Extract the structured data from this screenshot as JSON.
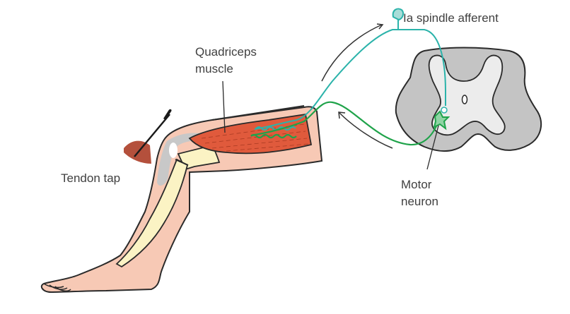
{
  "diagram": {
    "title": "Stretch reflex (knee-jerk) pathway",
    "labels": {
      "spindle_afferent": "Ia spindle afferent",
      "quadriceps_line1": "Quadriceps",
      "quadriceps_line2": "muscle",
      "tendon_tap": "Tendon tap",
      "motor_line1": "Motor",
      "motor_line2": "neuron"
    },
    "colors": {
      "skin": "#f7c9b5",
      "muscle": "#e05a3c",
      "bone": "#fbf3c4",
      "tendon": "#c8c8c8",
      "hammer": "#b4503c",
      "afferent": "#2bb3aa",
      "efferent": "#1fa34a",
      "white_matter": "#c4c4c4",
      "gray_matter": "#ececec",
      "outline": "#2a2a2a",
      "text": "#404040"
    }
  }
}
